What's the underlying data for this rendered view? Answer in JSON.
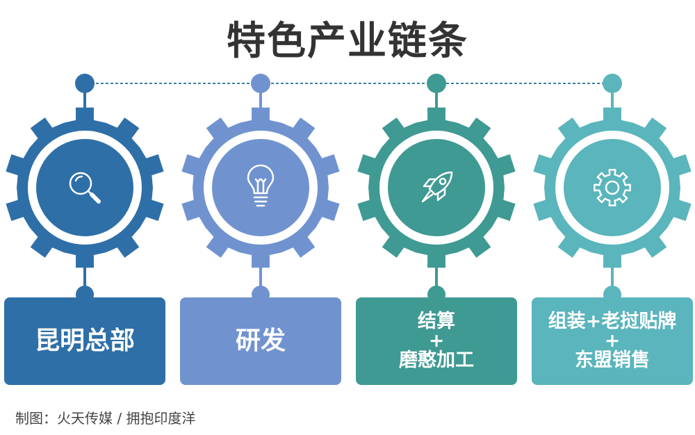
{
  "title": "特色产业链条",
  "steps": [
    {
      "color": "#2e6fa8",
      "icon": "magnifier-icon",
      "lines": [
        "昆明总部"
      ]
    },
    {
      "color": "#7093d0",
      "icon": "lightbulb-icon",
      "lines": [
        "研发"
      ]
    },
    {
      "color": "#3f9a93",
      "icon": "rocket-icon",
      "lines": [
        "结算",
        "+",
        "磨憨加工"
      ]
    },
    {
      "color": "#5ab5bc",
      "icon": "gear-icon",
      "lines": [
        "组装+老挝贴牌",
        "+",
        "东盟销售"
      ]
    }
  ],
  "footer": "制图：火天传媒 / 拥抱印度洋"
}
